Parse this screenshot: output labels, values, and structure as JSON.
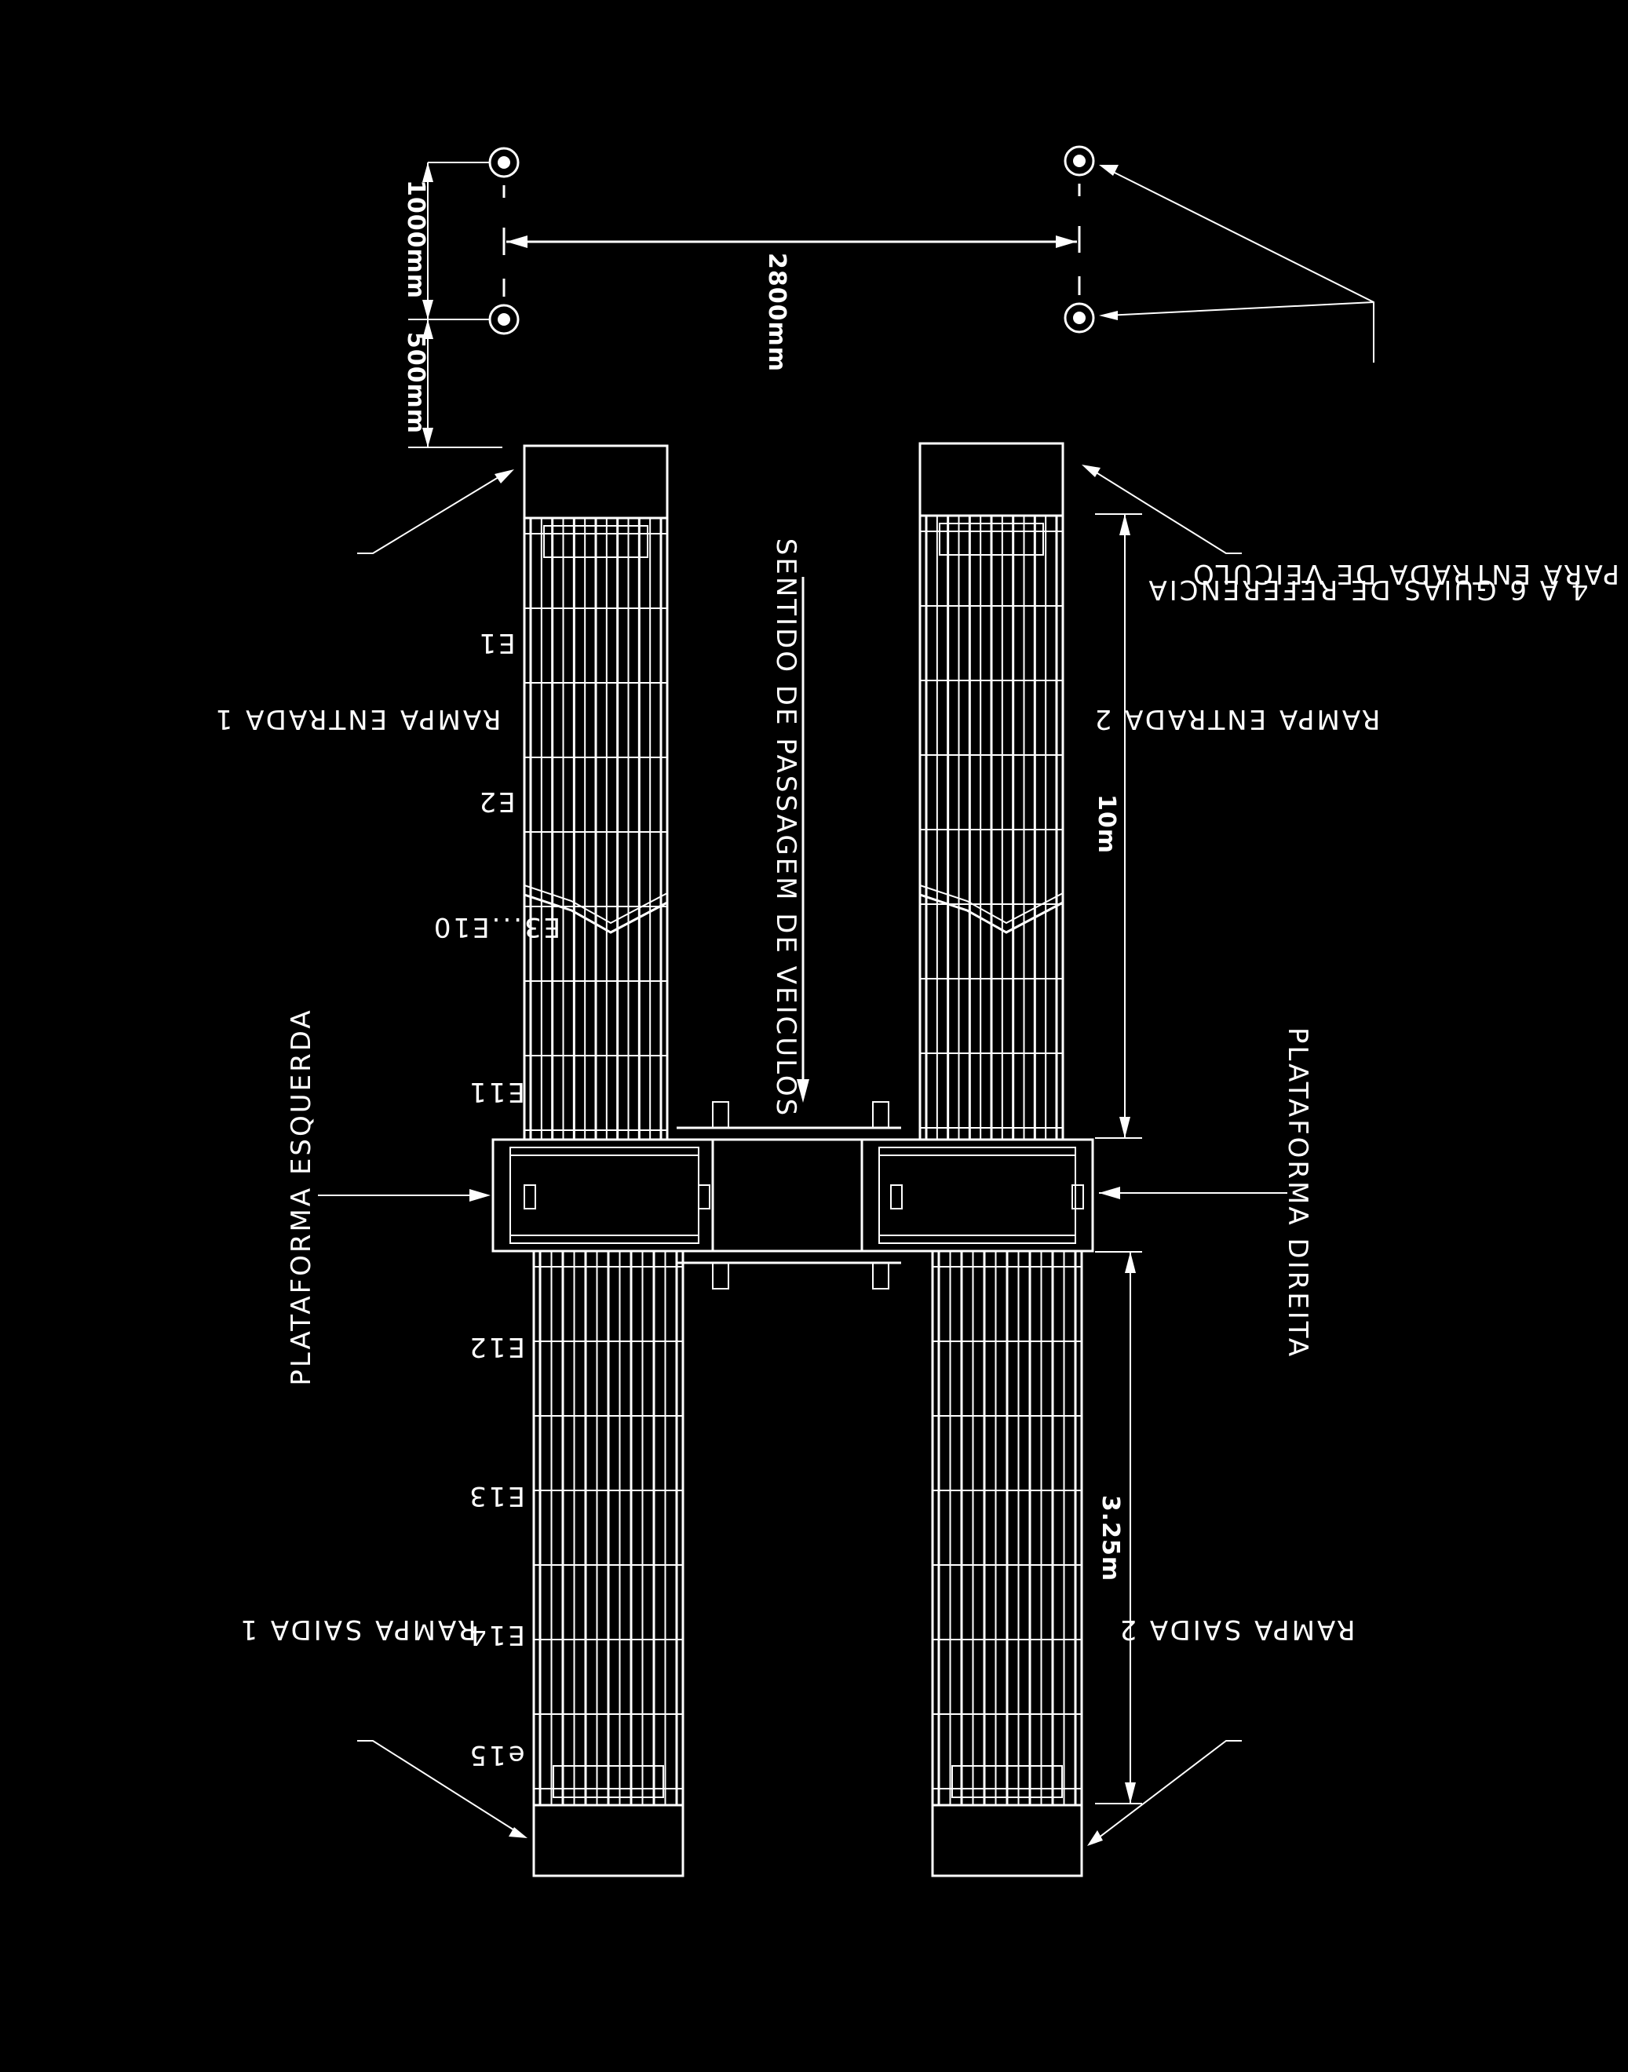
{
  "labels": {
    "rampa_entrada_1": "RAMPA ENTRADA 1",
    "rampa_entrada_2": "RAMPA ENTRADA 2",
    "rampa_saida_1": "RAMPA SAIDA 1",
    "rampa_saida_2": "RAMPA SAIDA 2",
    "plataforma_esquerda": "PLATAFORMA ESQUERDA",
    "plataforma_direita": "PLATAFORMA DIREITA",
    "sentido": "SENTIDO DE PASSAGEM DE VEICULOS",
    "guias_line1": "4 A 6 GUIAS DE REFERENCIA",
    "guias_line2": "PARA ENTRADA DE VEICULO"
  },
  "dimensions": {
    "d500": "500mm",
    "d1000": "1000mm",
    "d2800": "2800mm",
    "d10m": "10m",
    "d325": "3.25m"
  },
  "stations": [
    "E1",
    "E2",
    "E3...E10",
    "E11",
    "E12",
    "E13",
    "E14",
    "e15"
  ]
}
